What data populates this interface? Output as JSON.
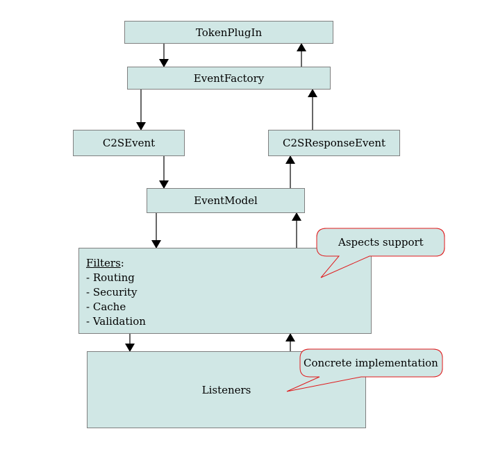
{
  "diagram": {
    "nodes": {
      "token_plugin": "TokenPlugIn",
      "event_factory": "EventFactory",
      "c2s_event": "C2SEvent",
      "c2s_response_event": "C2SResponseEvent",
      "event_model": "EventModel",
      "filters": {
        "title": "Filters",
        "title_suffix": ":",
        "items": [
          "- Routing",
          "- Security",
          "- Cache",
          "- Validation"
        ]
      },
      "listeners": "Listeners"
    },
    "callouts": {
      "aspects": "Aspects support",
      "concrete": "Concrete implementation"
    },
    "colors": {
      "box_fill": "#d0e7e5",
      "box_border": "#7f7f7f",
      "callout_border": "#e0191b",
      "arrow": "#000000"
    }
  }
}
